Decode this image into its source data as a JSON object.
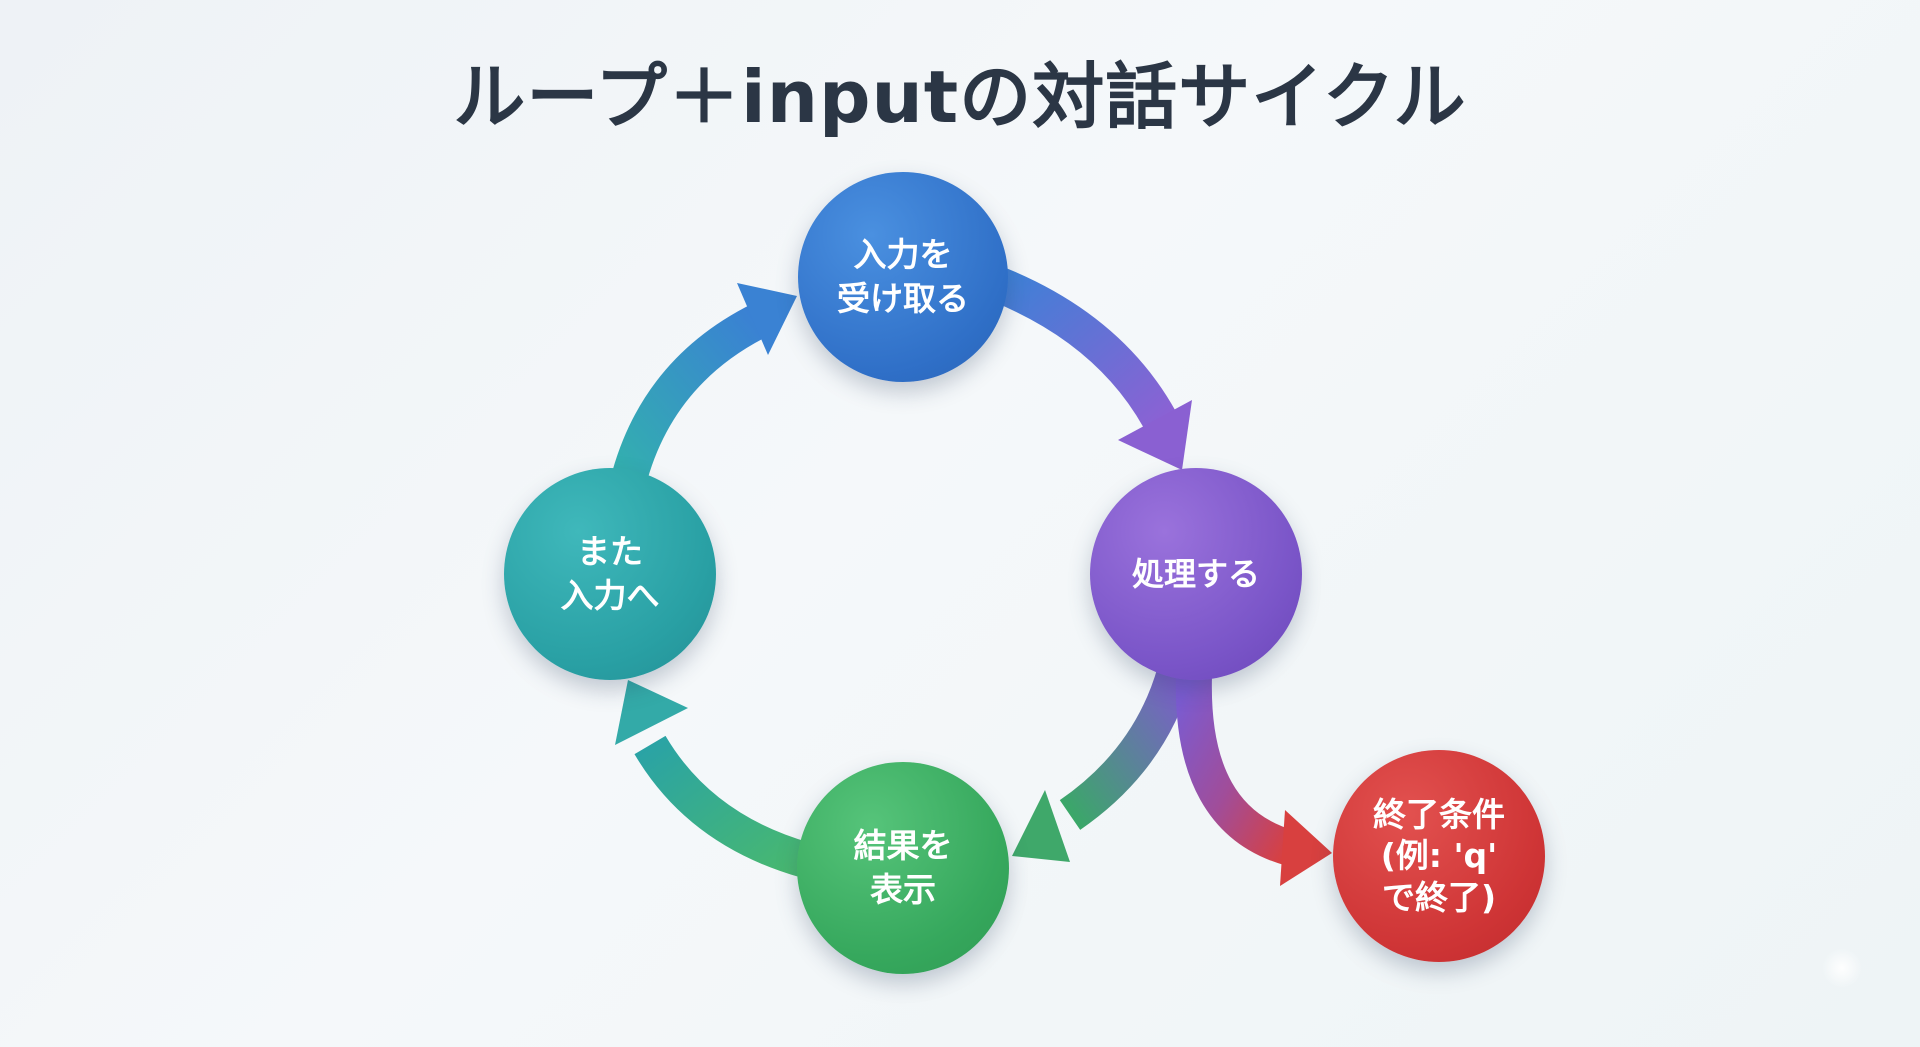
{
  "title": "ループ＋inputの対話サイクル",
  "nodes": {
    "input": {
      "lines": [
        "入力を",
        "受け取る"
      ],
      "color": "#3a7fd5"
    },
    "process": {
      "lines": [
        "処理する"
      ],
      "color": "#7d58cc"
    },
    "show": {
      "lines": [
        "結果を",
        "表示"
      ],
      "color": "#3bae62"
    },
    "again": {
      "lines": [
        "また",
        "入力へ"
      ],
      "color": "#2aa2a6"
    },
    "exit": {
      "lines": [
        "終了条件",
        "(例: 'q'",
        "で終了)"
      ],
      "color": "#d23a3a"
    }
  },
  "edges": [
    {
      "from": "input",
      "to": "process"
    },
    {
      "from": "process",
      "to": "show"
    },
    {
      "from": "show",
      "to": "again"
    },
    {
      "from": "again",
      "to": "input"
    },
    {
      "from": "process",
      "to": "exit"
    }
  ],
  "decoration": {
    "sparkle_icon": "sparkle-icon"
  }
}
